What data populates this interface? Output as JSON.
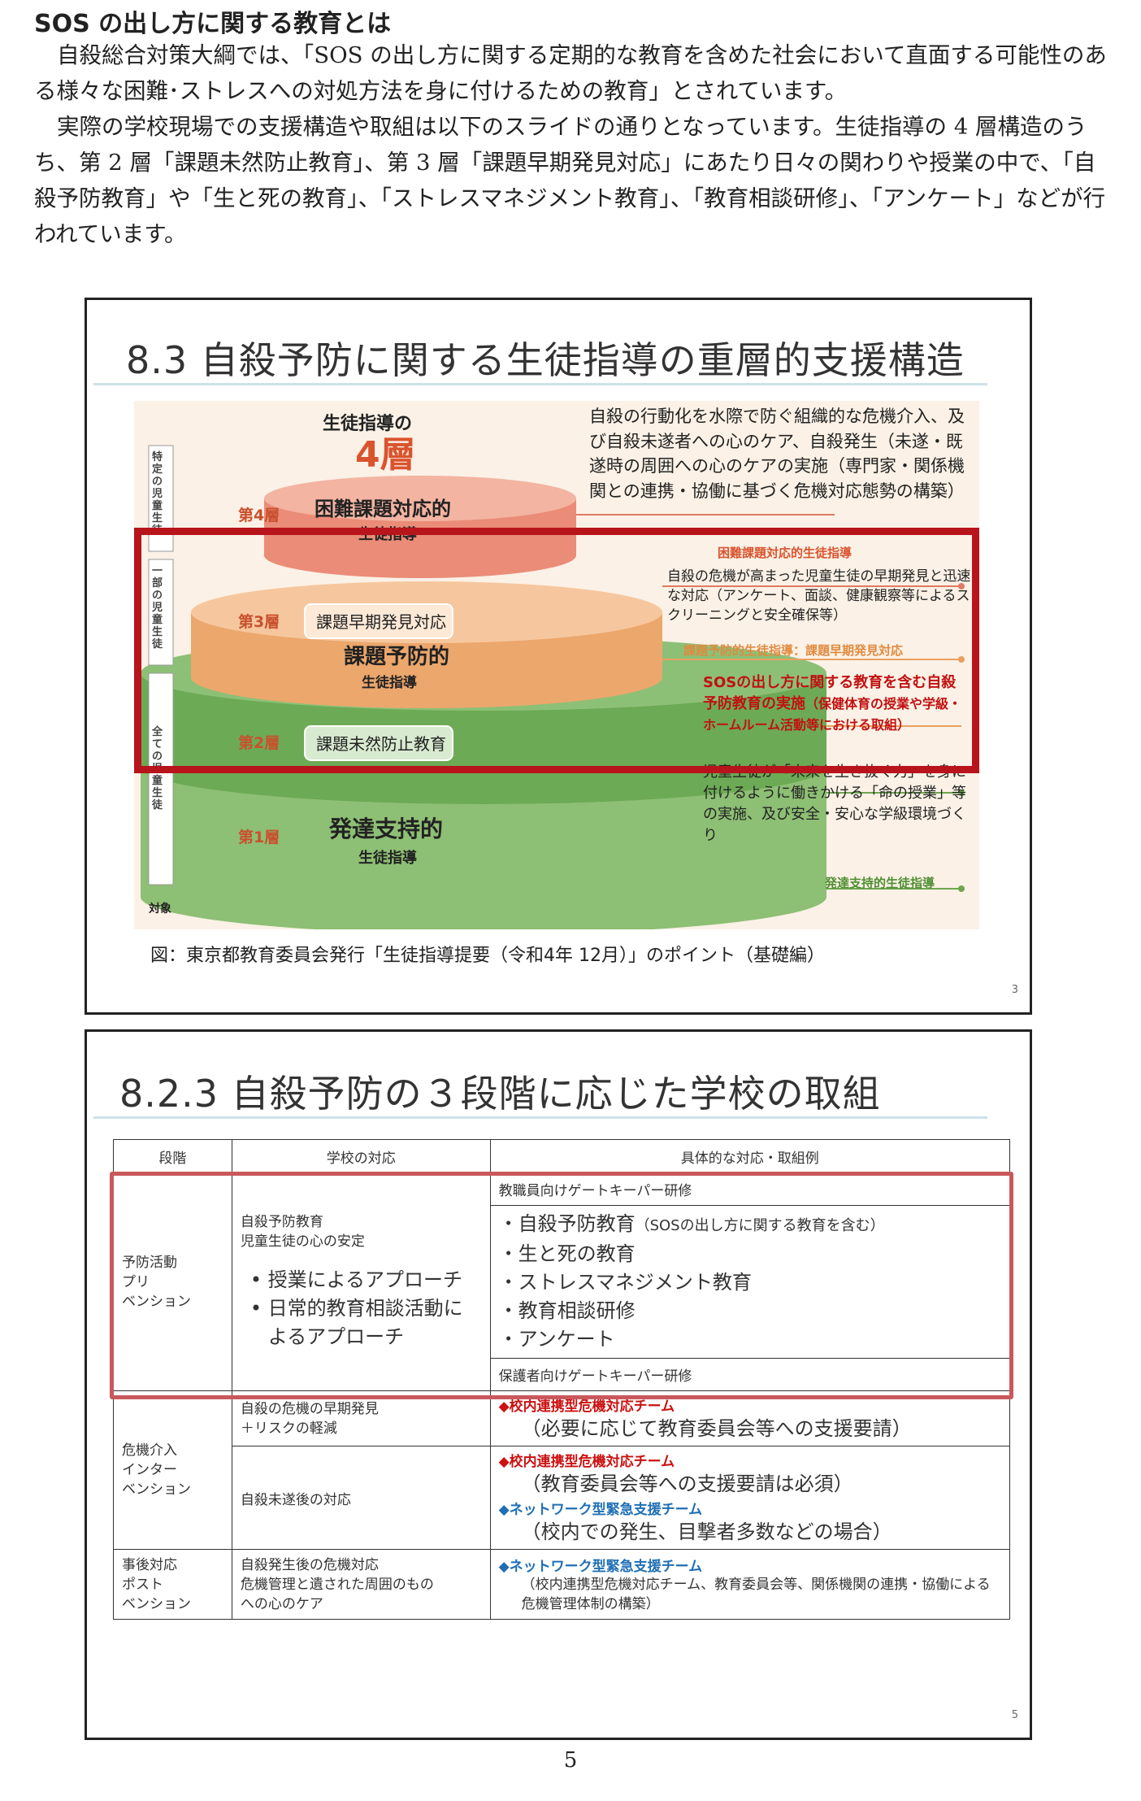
{
  "heading": "SOS の出し方に関する教育とは",
  "paragraphs": [
    "自殺総合対策大綱では、「SOS の出し方に関する定期的な教育を含めた社会において直面する可能性のある様々な困難･ストレスへの対処方法を身に付けるための教育」とされています。",
    "実際の学校現場での支援構造や取組は以下のスライドの通りとなっています。生徒指導の 4 層構造のうち、第 2 層「課題未然防止教育」、第 3 層「課題早期発見対応」にあたり日々の関わりや授業の中で、「自殺予防教育」や「生と死の教育」、「ストレスマネジメント教育」、「教育相談研修」、「アンケート」などが行われています。"
  ],
  "slide1": {
    "title": "8.3 自殺予防に関する生徒指導の重層的支援構造",
    "top_label": "生徒指導の",
    "four_layers": "4層",
    "side_labels": [
      "特定の児童生徒",
      "一部の児童生徒",
      "全ての児童生徒"
    ],
    "target_label": "対象",
    "layer4": {
      "num": "第4層",
      "name": "困難課題対応的",
      "sub": "生徒指導"
    },
    "layer3": {
      "num": "第3層",
      "tag": "課題早期発見対応",
      "name": "課題予防的",
      "sub": "生徒指導"
    },
    "layer2": {
      "num": "第2層",
      "tag": "課題未然防止教育"
    },
    "layer1": {
      "num": "第1層",
      "name": "発達支持的",
      "sub": "生徒指導"
    },
    "desc4": "自殺の行動化を水際で防ぐ組織的な危機介入、及び自殺未遂者への心のケア、自殺発生（未遂・既遂時の周囲への心のケアの実施（専門家・関係機関との連携・協働に基づく危機対応態勢の構築）",
    "label4": "困難課題対応的生徒指導",
    "desc3": "自殺の危機が高まった児童生徒の早期発見と迅速な対応（アンケート、面談、健康観察等によるスクリーニングと安全確保等）",
    "label3": "課題予防的生徒指導：課題早期発見対応",
    "desc2": "SOSの出し方に関する教育を含む自殺予防教育の実施",
    "desc2_paren": "（保健体育の授業や学級・ホームルーム活動等における取組）",
    "desc1": "児童生徒が「未来を生き抜く力」を身に付けるように働きかける「命の授業」等の実施、及び安全・安心な学級環境づくり",
    "label1": "発達支持的生徒指導",
    "caption": "図：東京都教育委員会発行「生徒指導提要（令和4年 12月）」のポイント（基礎編）",
    "page": "3"
  },
  "slide2": {
    "title": "8.2.3 自殺予防の３段階に応じた学校の取組",
    "headers": [
      "段階",
      "学校の対応",
      "具体的な対応・取組例"
    ],
    "prevention": {
      "stage": "予防活動\nプリ\nベンション",
      "response_title": "自殺予防教育\n児童生徒の心の安定",
      "bullets": [
        "授業によるアプローチ",
        "日常的教育相談活動によるアプローチ"
      ],
      "gk_staff": "教職員向けゲートキーパー研修",
      "items": [
        "・自殺予防教育",
        "・生と死の教育",
        "・ストレスマネジメント教育",
        "・教育相談研修",
        "・アンケート"
      ],
      "item1_note": "（SOSの出し方に関する教育を含む）",
      "gk_parents": "保護者向けゲートキーパー研修"
    },
    "intervention": {
      "stage": "危機介入\nインター\nベンション",
      "row1_response": "自殺の危機の早期発見\n＋リスクの軽減",
      "row1_team": "◆校内連携型危機対応チーム",
      "row1_note": "（必要に応じて教育委員会等への支援要請）",
      "row2_response": "自殺未遂後の対応",
      "row2_team1": "◆校内連携型危機対応チーム",
      "row2_note1": "（教育委員会等への支援要請は必須）",
      "row2_team2": "◆ネットワーク型緊急支援チーム",
      "row2_note2": "（校内での発生、目撃者多数などの場合）"
    },
    "postvention": {
      "stage": "事後対応\nポスト\nベンション",
      "response": "自殺発生後の危機対応\n危機管理と遺された周囲のもの\nへの心のケア",
      "team": "◆ネットワーク型緊急支援チーム",
      "note": "（校内連携型危機対応チーム、教育委員会等、関係機関の連携・協働による危機管理体制の構築）"
    },
    "page": "5"
  },
  "footer_page": "5",
  "colors": {
    "red_frame": "#b8141b",
    "red_text": "#c11111",
    "blue_text": "#1f6fb5",
    "layer1": "#8fc07a",
    "layer3": "#f0b47f",
    "layer4": "#ee9a86"
  }
}
